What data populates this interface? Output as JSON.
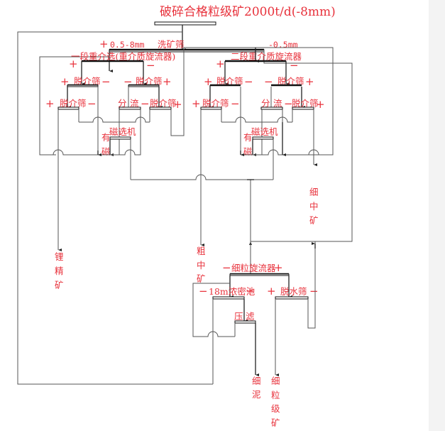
{
  "title": "破碎合格粒级矿2000t/d(-8mm)",
  "colors": {
    "label": "#e8323c",
    "line": "#555555",
    "background": "#ffffff"
  },
  "wash_screen": {
    "label": "洗矿筛",
    "plus_label": "+",
    "plus_size": "0.5-8mm",
    "minus_size": "-0.5mm"
  },
  "stage1": {
    "label": "一段重介选(重介质旋流器)",
    "plus": "+",
    "minus": "−",
    "screen_left": {
      "label": "脱介筛",
      "plus": "+",
      "minus": "−"
    },
    "screen_right": {
      "label": "脱介筛",
      "plus": "+",
      "minus": "−"
    },
    "sub_left": {
      "label": "脱介筛",
      "plus": "+",
      "minus": "−"
    },
    "split": {
      "label1": "分",
      "label2": "流",
      "minus": "−"
    },
    "sub_right": {
      "label": "脱介筛",
      "plus": "+"
    },
    "magnetic": {
      "label": "磁选机",
      "side1": "有",
      "side2": "磁"
    }
  },
  "stage2": {
    "label": "二段重介质旋流器",
    "plus": "+",
    "minus": "−",
    "screen_left": {
      "label": "脱介筛",
      "plus": "+",
      "minus": "−"
    },
    "screen_right": {
      "label": "脱介筛",
      "plus": "+",
      "minus": "−"
    },
    "sub_left": {
      "label": "脱介筛",
      "plus": "+",
      "minus": "−"
    },
    "split": {
      "label1": "分",
      "label2": "流",
      "minus": "−"
    },
    "sub_right": {
      "label": "脱介筛",
      "plus": "+"
    },
    "magnetic": {
      "label": "磁选机",
      "side1": "有",
      "side2": "磁"
    }
  },
  "fine_cyclone": {
    "label": "细粒旋流器",
    "plus": "+",
    "minus": "−"
  },
  "thickener": {
    "label": "18m浓密池",
    "plus": "+",
    "minus": "−"
  },
  "dewater_screen": {
    "label": "脱水筛",
    "plus": "+",
    "minus": "−"
  },
  "filter_press": {
    "label1": "压",
    "label2": "滤"
  },
  "products": {
    "lithium_concentrate": [
      "锂",
      "精",
      "矿"
    ],
    "coarse_middlings": [
      "粗",
      "中",
      "矿"
    ],
    "fine_middlings": [
      "细",
      "中",
      "矿"
    ],
    "fine_slime": [
      "细",
      "泥"
    ],
    "fine_grade_ore": [
      "细",
      "粒",
      "级",
      "矿"
    ]
  }
}
